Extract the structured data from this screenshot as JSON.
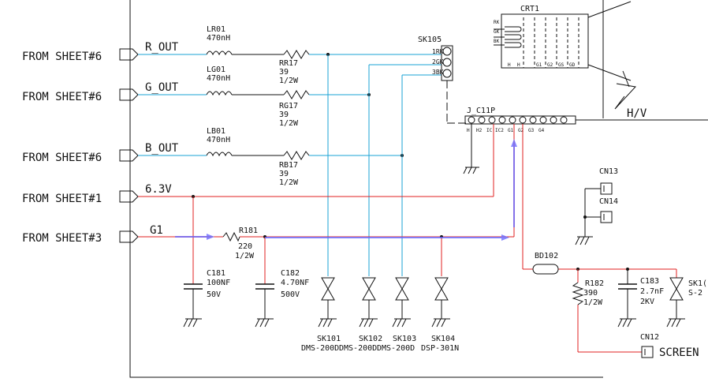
{
  "colors": {
    "line": "#111111",
    "blue_net": "#1aa3d6",
    "red_net": "#e02020",
    "arrow": "#6a6aff"
  },
  "inputs": [
    {
      "label": "FROM SHEET#6",
      "net": "R_OUT"
    },
    {
      "label": "FROM SHEET#6",
      "net": "G_OUT"
    },
    {
      "label": "FROM SHEET#6",
      "net": "B_OUT"
    },
    {
      "label": "FROM SHEET#1",
      "net": "6.3V"
    },
    {
      "label": "FROM SHEET#3",
      "net": "G1"
    }
  ],
  "inductors": [
    {
      "ref": "LR01",
      "value": "470nH"
    },
    {
      "ref": "LG01",
      "value": "470nH"
    },
    {
      "ref": "LB01",
      "value": "470nH"
    }
  ],
  "resistors": [
    {
      "ref": "RR17",
      "v1": "39",
      "v2": "1/2W"
    },
    {
      "ref": "RG17",
      "v1": "39",
      "v2": "1/2W"
    },
    {
      "ref": "RB17",
      "v1": "39",
      "v2": "1/2W"
    },
    {
      "ref": "R181",
      "v1": "220",
      "v2": "1/2W"
    },
    {
      "ref": "R182",
      "v1": "390",
      "v2": "1/2W"
    }
  ],
  "capacitors": [
    {
      "ref": "C181",
      "v1": "100NF",
      "v2": "50V"
    },
    {
      "ref": "C182",
      "v1": "4.70NF",
      "v2": "500V"
    },
    {
      "ref": "C183",
      "v1": "2.7nF",
      "v2": "2KV"
    }
  ],
  "sparkgaps": [
    {
      "ref": "SK101",
      "type": "DMS-200D"
    },
    {
      "ref": "SK102",
      "type": "DMS-200D"
    },
    {
      "ref": "SK103",
      "type": "DMS-200D"
    },
    {
      "ref": "SK104",
      "type": "DSP-301N"
    }
  ],
  "sk10x_partial": {
    "ref": "SK1(",
    "type": "S-2"
  },
  "sk105": {
    "ref": "SK105",
    "pins": [
      "1RK",
      "2GK",
      "3BK"
    ]
  },
  "crt": {
    "ref": "CRT1",
    "cathodes": [
      "RK",
      "GK",
      "BK"
    ],
    "pins": [
      "H",
      "H",
      "G1",
      "G2",
      "GS",
      "GD"
    ]
  },
  "socket": {
    "ref": "J_C11P",
    "pins": [
      "H",
      "H2",
      "IC",
      "IC2",
      "G1",
      "G2",
      "G3",
      "G4"
    ]
  },
  "hv_label": "H/V",
  "bd": "BD102",
  "connectors": {
    "cn13": "CN13",
    "cn14": "CN14",
    "cn12": "CN12",
    "screen": "SCREEN"
  }
}
